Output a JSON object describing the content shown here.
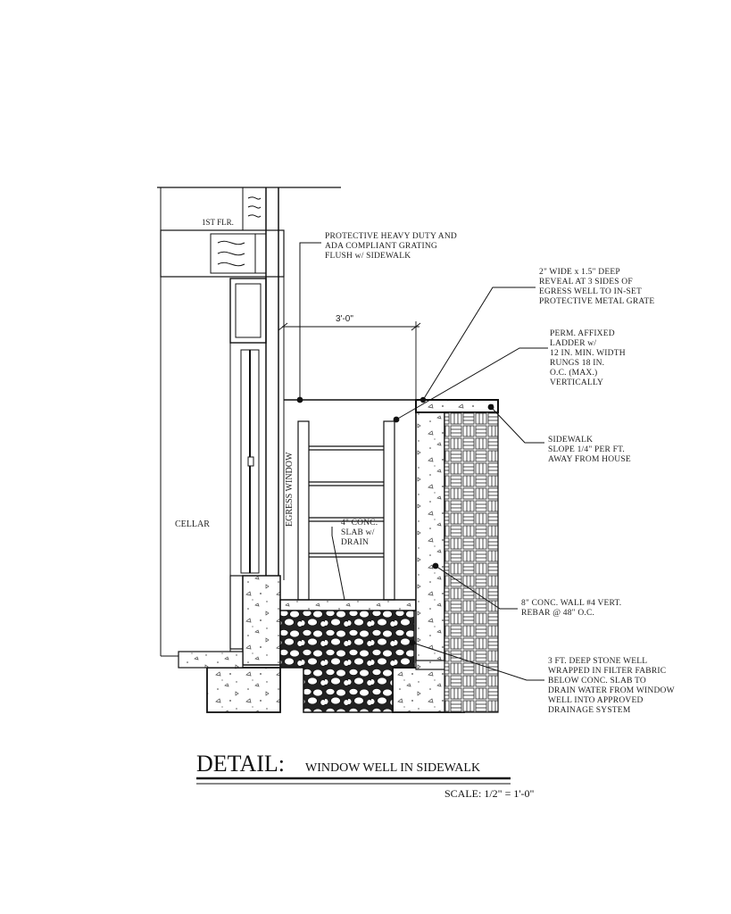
{
  "labels": {
    "first_floor": "1ST FLR.",
    "cellar": "CELLAR",
    "egress_window": "EGRESS WINDOW",
    "dimension": "3'-0\""
  },
  "notes": {
    "grating": [
      "PROTECTIVE HEAVY DUTY AND",
      "ADA COMPLIANT GRATING",
      "FLUSH w/ SIDEWALK"
    ],
    "reveal": [
      "2\" WIDE x 1.5\" DEEP",
      "REVEAL AT 3 SIDES OF",
      "EGRESS WELL TO IN-SET",
      "PROTECTIVE METAL GRATE"
    ],
    "ladder": [
      "PERM. AFFIXED",
      "LADDER w/",
      "12 IN. MIN. WIDTH",
      "RUNGS 18 IN.",
      "O.C. (MAX.)",
      "VERTICALLY"
    ],
    "sidewalk": [
      "SIDEWALK",
      "SLOPE 1/4\" PER FT.",
      "AWAY FROM HOUSE"
    ],
    "slab": [
      "4\" CONC.",
      "SLAB w/",
      "DRAIN"
    ],
    "wall": [
      "8\" CONC. WALL #4 VERT.",
      "REBAR @ 48\" O.C."
    ],
    "stone": [
      "3 FT. DEEP STONE WELL",
      "WRAPPED IN FILTER FABRIC",
      "BELOW CONC. SLAB TO",
      "DRAIN WATER FROM WINDOW",
      "WELL INTO APPROVED",
      "DRAINAGE SYSTEM"
    ]
  },
  "title": {
    "main": "DETAIL:",
    "sub": "WINDOW WELL IN SIDEWALK",
    "scale": "SCALE: 1/2\" = 1'-0\""
  },
  "colors": {
    "ink": "#111111",
    "paper": "#ffffff"
  }
}
